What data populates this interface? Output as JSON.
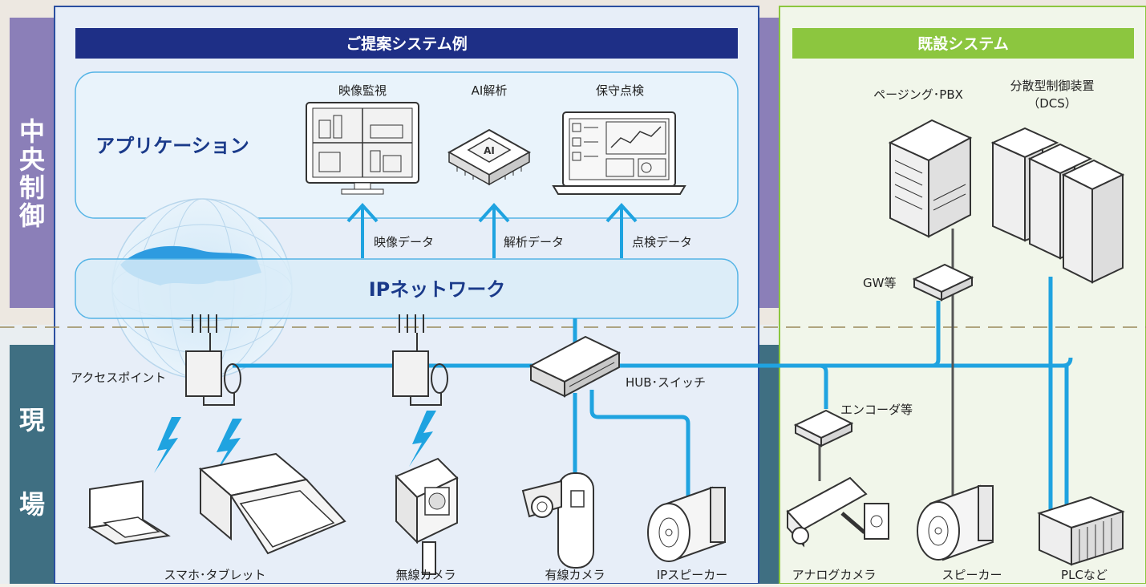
{
  "zones": {
    "central": "中央制御",
    "central_chars": [
      "中",
      "央",
      "制",
      "御"
    ],
    "field_chars": [
      "現",
      "場"
    ]
  },
  "proposal": {
    "title": "ご提案システム例",
    "application_label": "アプリケーション",
    "apps": [
      {
        "label": "映像監視",
        "data_flow": "映像データ"
      },
      {
        "label": "AI解析",
        "data_flow": "解析データ"
      },
      {
        "label": "保守点検",
        "data_flow": "点検データ"
      }
    ],
    "network_label": "IPネットワーク",
    "access_point_label": "アクセスポイント",
    "hub_label": "HUB･スイッチ",
    "devices": [
      {
        "label": "スマホ･タブレット"
      },
      {
        "label": "無線カメラ"
      },
      {
        "label": "有線カメラ"
      },
      {
        "label": "IPスピーカー"
      }
    ]
  },
  "existing": {
    "title": "既設システム",
    "pbx_label": "ページング･PBX",
    "dcs_label_line1": "分散型制御装置",
    "dcs_label_line2": "（DCS）",
    "gw_label": "GW等",
    "encoder_label": "エンコーダ等",
    "devices": [
      {
        "label": "アナログカメラ"
      },
      {
        "label": "スピーカー"
      },
      {
        "label": "PLCなど"
      }
    ]
  },
  "colors": {
    "central_band": "#8b7fb8",
    "field_band": "#3f6f82",
    "proposal_banner": "#1e2f86",
    "existing_banner": "#8cc63f",
    "link": "#1fa3e0",
    "title_text": "#1a3a8a"
  }
}
